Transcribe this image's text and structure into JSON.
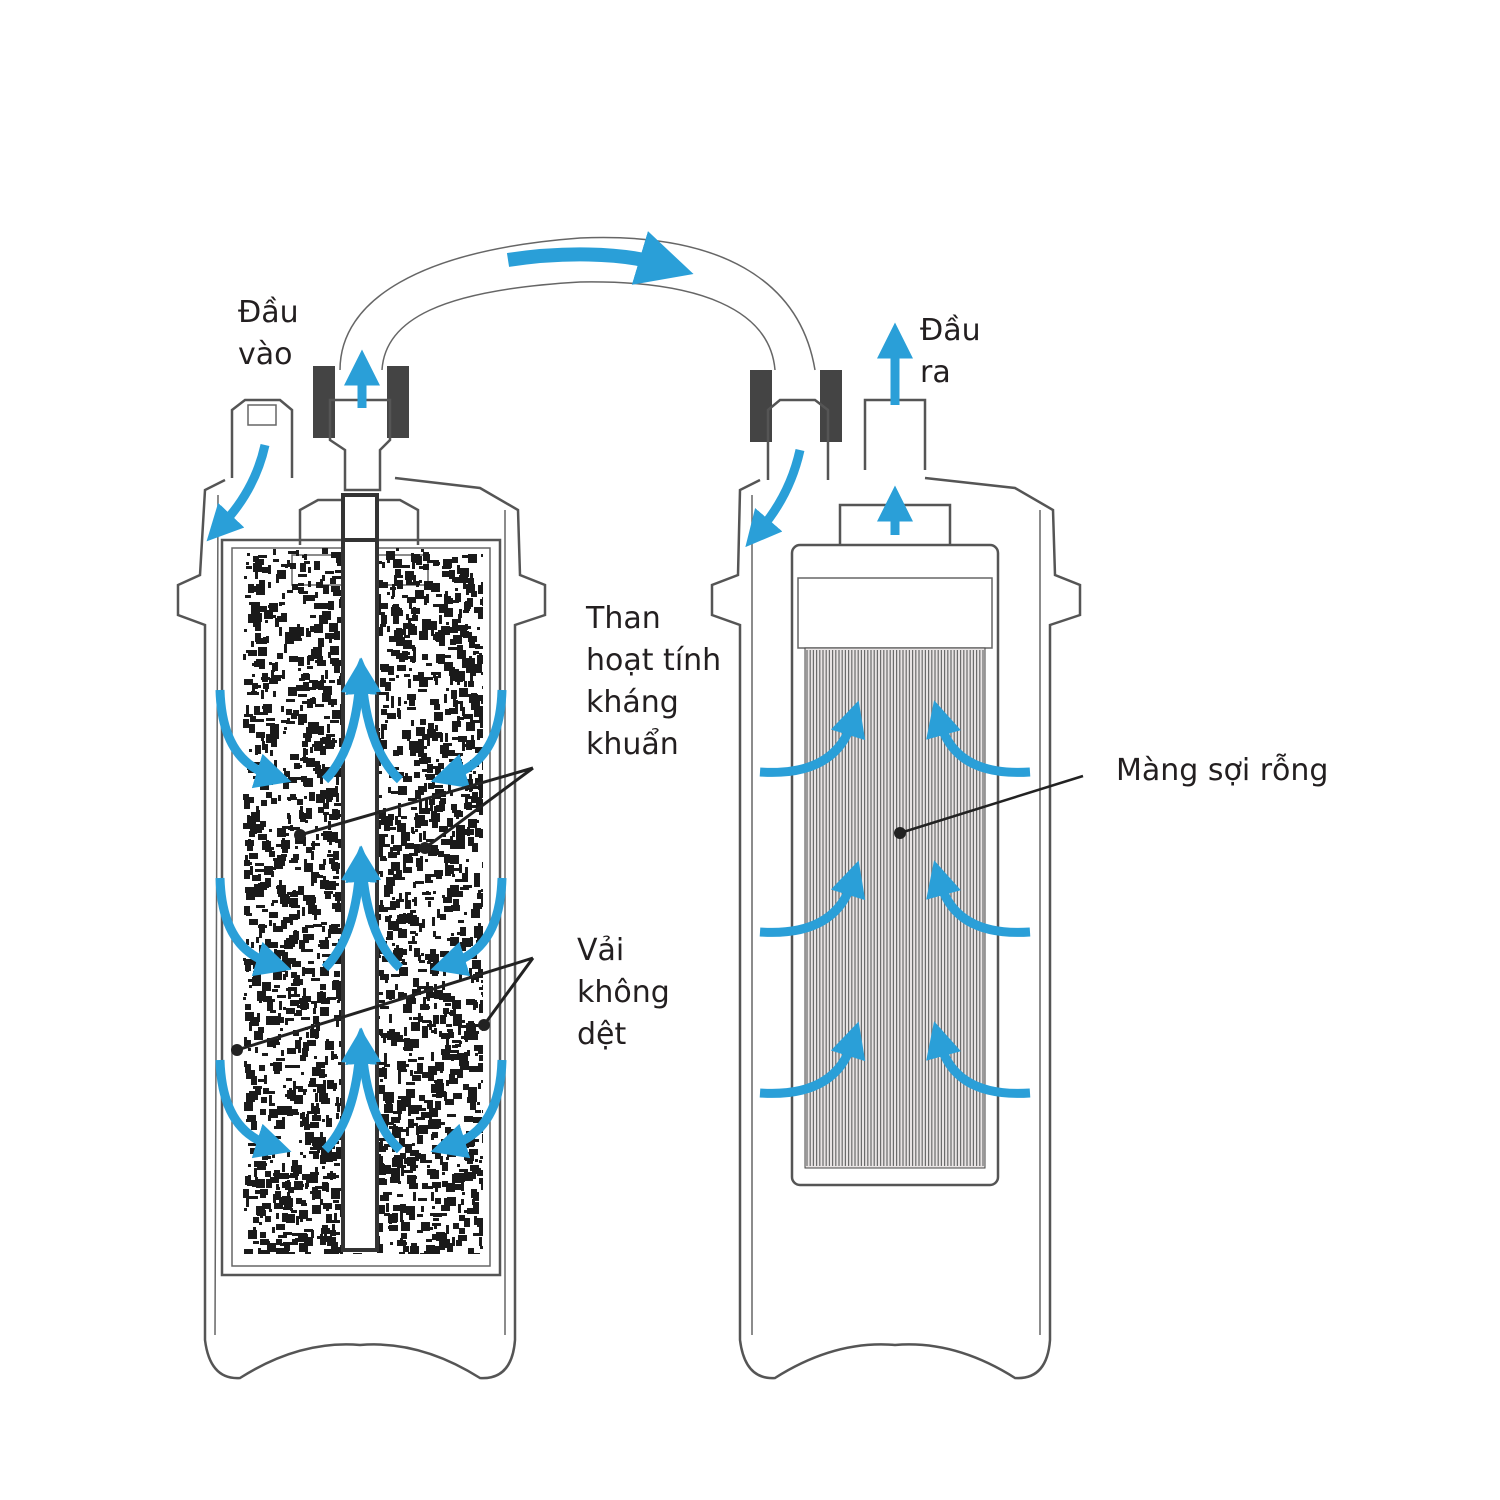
{
  "labels": {
    "inlet": "Đầu\nvào",
    "outlet": "Đầu\nra",
    "activated_carbon": "Than\nhoạt tính\nkháng\nkhuẩn",
    "nonwoven_fabric": "Vải\nkhông\ndệt",
    "hollow_fiber_membrane": "Màng sợi rỗng"
  },
  "colors": {
    "flow_arrow": "#2a9fd8",
    "outline": "#555555",
    "carbon_speckle": "#1a1a1a",
    "fiber": "#6b6b6b"
  }
}
